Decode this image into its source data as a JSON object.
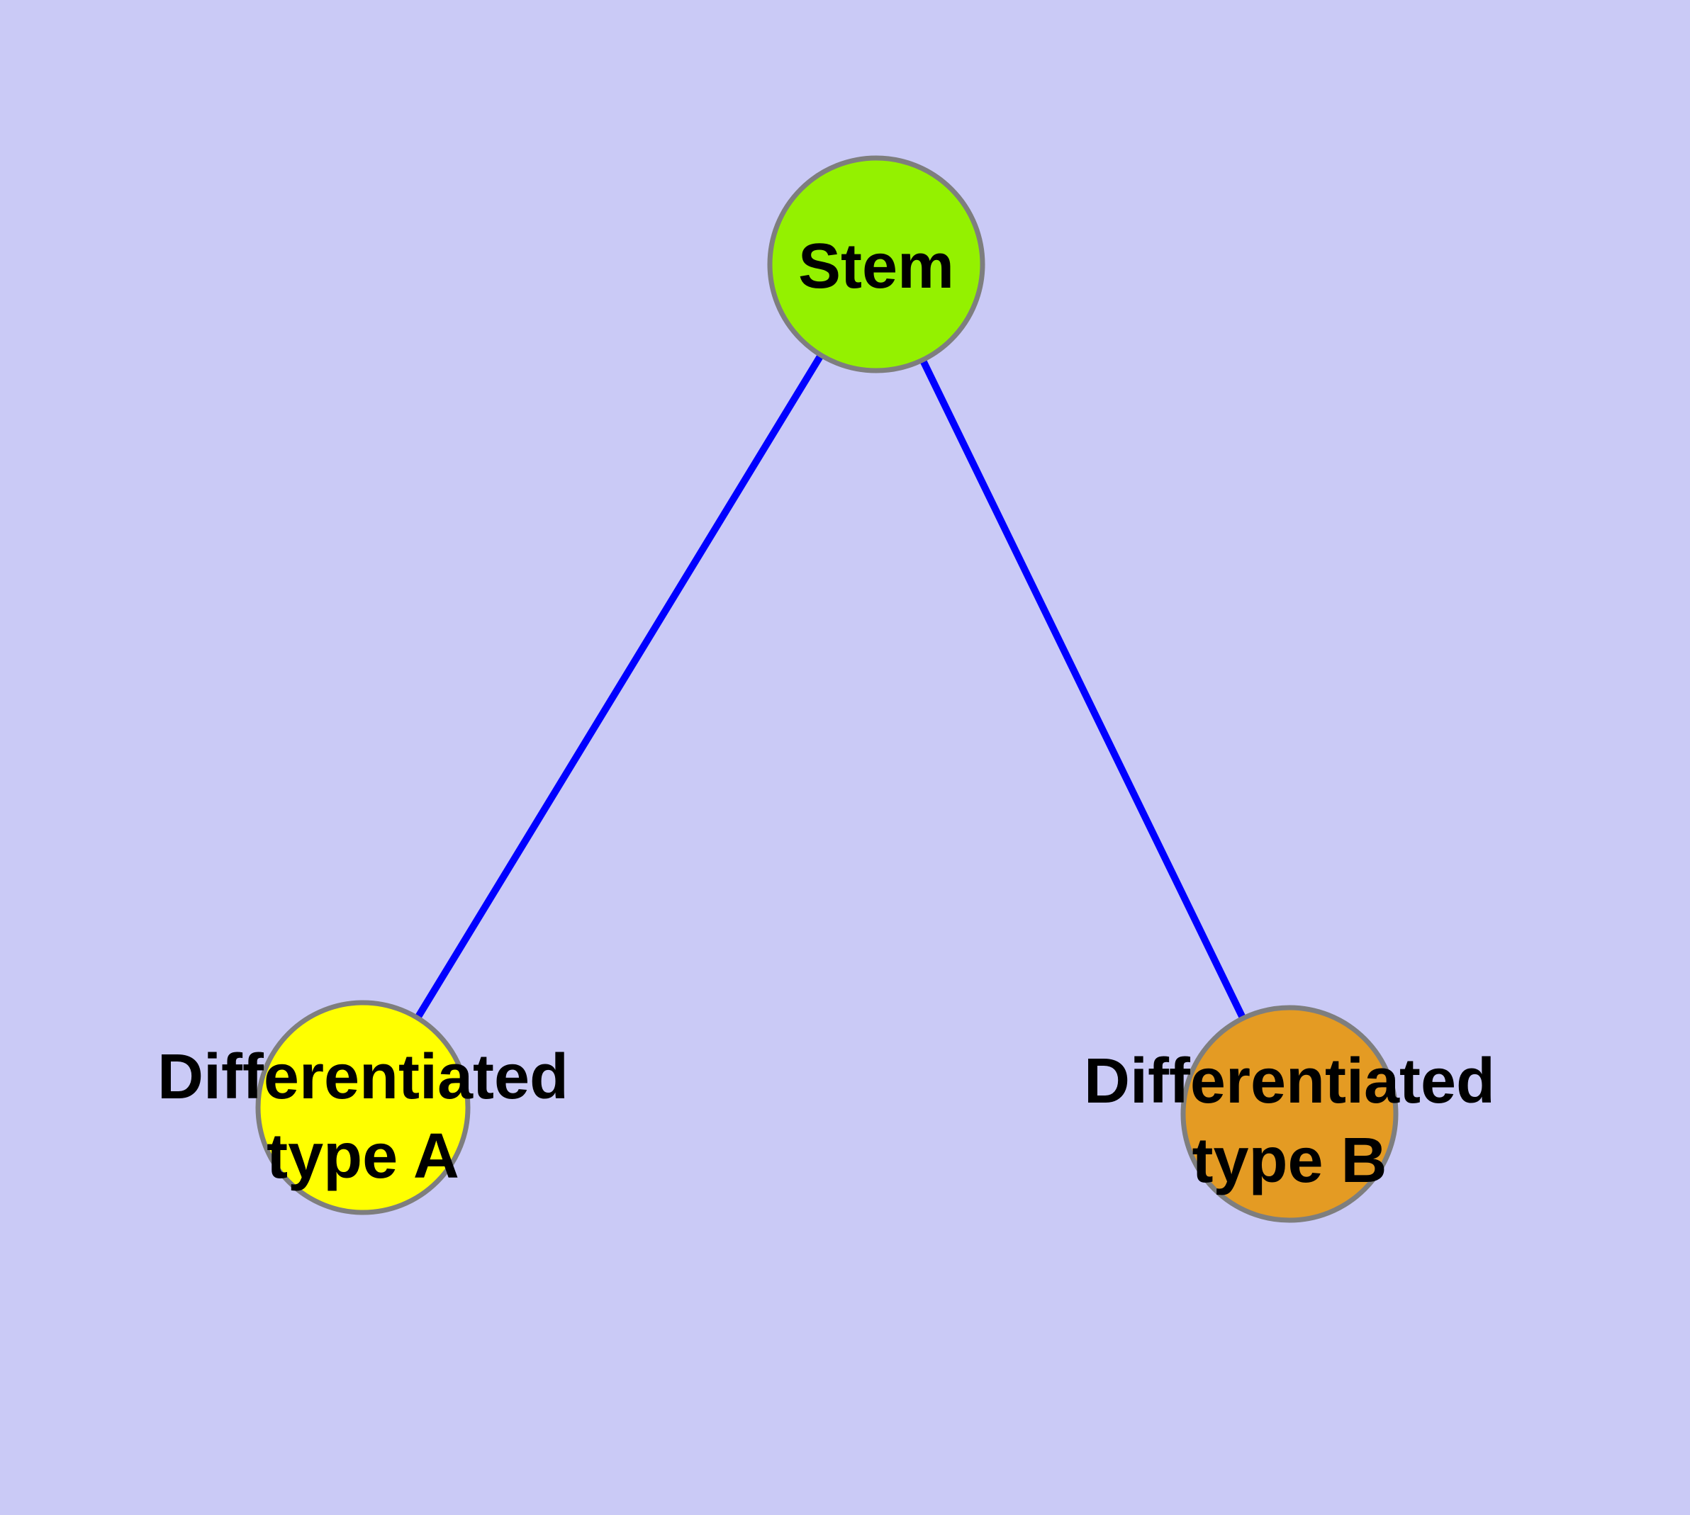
{
  "diagram": {
    "description": "Cell differentiation graph: a Stem node linked to two differentiated cell type nodes",
    "colors": {
      "background": "#cacaf6",
      "edge": "#0000ff",
      "node_border": "#7e7e7e",
      "label_text": "#000000",
      "stem_fill": "#94f100",
      "type_a_fill": "#ffff00",
      "type_b_fill": "#e49b23"
    },
    "nodes": {
      "stem": {
        "label": "Stem",
        "color": "#94f100"
      },
      "typeA": {
        "label": "Differentiated type A",
        "label_lines": [
          "Differentiated",
          "type A"
        ],
        "color": "#ffff00"
      },
      "typeB": {
        "label": "Differentiated type B",
        "label_lines": [
          "Differentiated",
          "type B"
        ],
        "color": "#e49b23"
      }
    },
    "edges": [
      {
        "from": "Stem",
        "to": "Differentiated type A"
      },
      {
        "from": "Stem",
        "to": "Differentiated type B"
      }
    ]
  }
}
